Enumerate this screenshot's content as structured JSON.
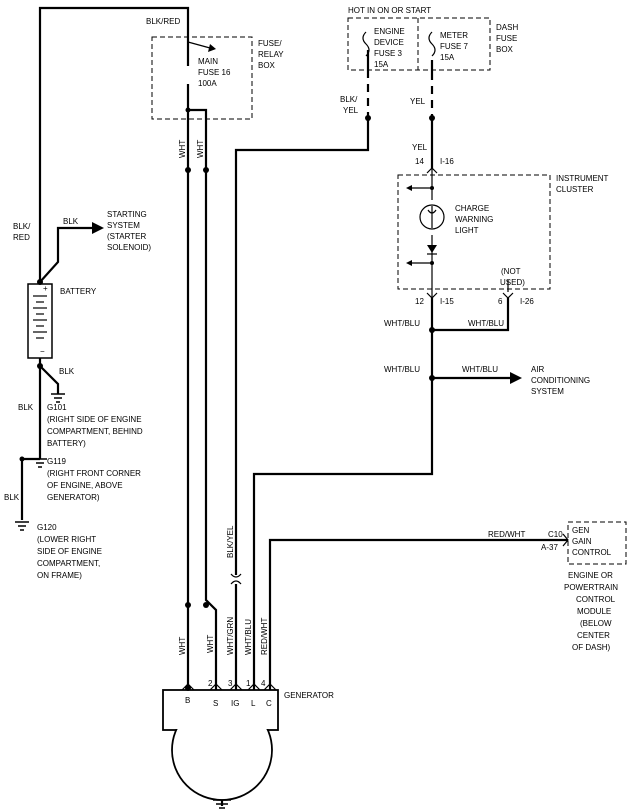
{
  "labels": {
    "blk_red_top": "BLK/RED",
    "fuse_relay_box": [
      "FUSE/",
      "RELAY",
      "BOX"
    ],
    "main_fuse": [
      "MAIN",
      "FUSE 16",
      "100A"
    ],
    "hot_in_on_or_start": "HOT IN ON OR START",
    "engine_device_fuse": [
      "ENGINE",
      "DEVICE",
      "FUSE 3",
      "15A"
    ],
    "meter_fuse": [
      "METER",
      "FUSE 7",
      "15A"
    ],
    "dash_fuse_box": [
      "DASH",
      "FUSE",
      "BOX"
    ],
    "blk_yel_upper": [
      "BLK/",
      "YEL"
    ],
    "yel_1": "YEL",
    "yel_2": "YEL",
    "wht_1": "WHT",
    "wht_2": "WHT",
    "pin_14": "14",
    "conn_i16": "I-16",
    "instrument_cluster": [
      "INSTRUMENT",
      "CLUSTER"
    ],
    "charge_warning_light": [
      "CHARGE",
      "WARNING",
      "LIGHT"
    ],
    "not_used": [
      "(NOT",
      "USED)"
    ],
    "pin_12": "12",
    "conn_i15": "I-15",
    "pin_6": "6",
    "conn_i26": "I-26",
    "wht_blu_1": "WHT/BLU",
    "wht_blu_2": "WHT/BLU",
    "wht_blu_3": "WHT/BLU",
    "wht_blu_4": "WHT/BLU",
    "air_conditioning": [
      "AIR",
      "CONDITIONING",
      "SYSTEM"
    ],
    "blk_red_left": [
      "BLK/",
      "RED"
    ],
    "blk_starting": "BLK",
    "starting_system": [
      "STARTING",
      "SYSTEM",
      "(STARTER",
      "SOLENOID)"
    ],
    "battery": "BATTERY",
    "batt_plus": "+",
    "batt_minus": "−",
    "blk_ground": "BLK",
    "blk_g101": "BLK",
    "g101": [
      "G101",
      "(RIGHT SIDE OF ENGINE",
      "COMPARTMENT, BEHIND",
      "BATTERY)"
    ],
    "g119": [
      "G119",
      "(RIGHT FRONT CORNER",
      "OF ENGINE, ABOVE",
      "GENERATOR)"
    ],
    "blk_g120": "BLK",
    "g120": [
      "G120",
      "(LOWER RIGHT",
      "SIDE OF ENGINE",
      "COMPARTMENT,",
      "ON FRAME)"
    ],
    "blk_yel_lower": "BLK/YEL",
    "red_wht_1": "RED/WHT",
    "c10": "C10",
    "a37": "A-37",
    "gen_gain_control": [
      "GEN",
      "GAIN",
      "CONTROL"
    ],
    "ecm_pcm": [
      "ENGINE OR",
      "POWERTRAIN",
      "CONTROL",
      "MODULE",
      "(BELOW",
      "CENTER",
      "OF DASH)"
    ],
    "wht_b": "WHT",
    "wht_s": "WHT",
    "wht_grn": "WHT/GRN",
    "wht_blu_gen": "WHT/BLU",
    "red_wht_gen": "RED/WHT",
    "gen_pins": [
      "2",
      "3",
      "1",
      "4"
    ],
    "gen_terms": [
      "B",
      "S",
      "IG",
      "L",
      "C"
    ],
    "generator": "GENERATOR"
  }
}
